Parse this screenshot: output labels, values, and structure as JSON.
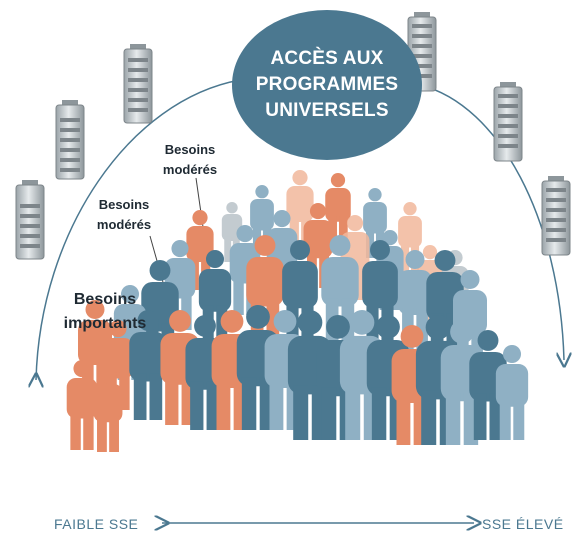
{
  "title": {
    "line1": "ACCÈS AUX",
    "line2": "PROGRAMMES",
    "line3": "UNIVERSELS"
  },
  "labels": {
    "moderate_top": [
      "Besoins",
      "modérés"
    ],
    "moderate_mid": [
      "Besoins",
      "modérés"
    ],
    "important": [
      "Besoins",
      "importants"
    ]
  },
  "axis": {
    "left": "FAIBLE SSE",
    "right": "SSE ÉLEVÉ"
  },
  "colors": {
    "blue": "#4b7890",
    "lightblue": "#8fb0c4",
    "orange": "#e58a66",
    "peach": "#f2b89c",
    "grey": "#b9c2c8"
  },
  "icons": {
    "battery": "battery-icon",
    "person": "person-icon"
  }
}
